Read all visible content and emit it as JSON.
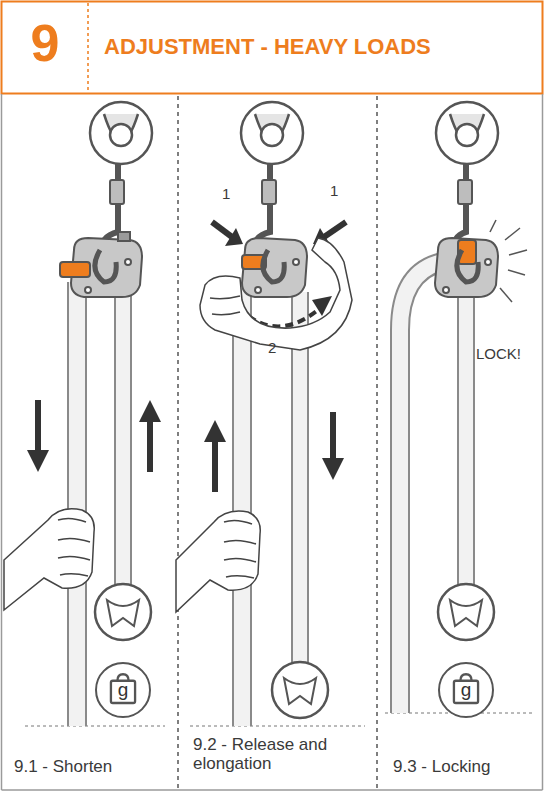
{
  "diagram": {
    "title": "ADJUSTMENT - HEAVY LOADS",
    "nodes": [
      {
        "text": [
          "g"
        ]
      },
      {
        "text": [
          "g"
        ]
      }
    ],
    "labels": [
      "9",
      "1",
      "1",
      "2",
      "LOCK!",
      "9.1 - Shorten",
      "9.2 - Release and elongation",
      "9.3 - Locking"
    ]
  }
}
